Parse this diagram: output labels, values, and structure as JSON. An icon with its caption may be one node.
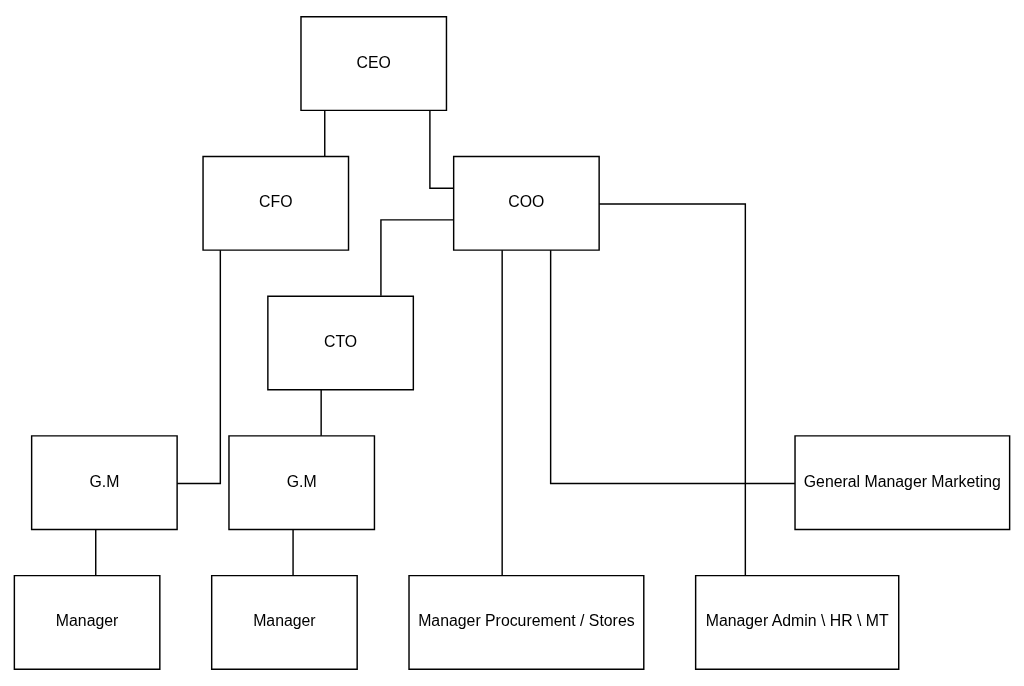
{
  "diagram": {
    "nodes": [
      {
        "text": [
          "CEO"
        ]
      },
      {
        "text": [
          "CFO"
        ]
      },
      {
        "text": [
          "COO"
        ]
      },
      {
        "text": [
          "CTO"
        ]
      },
      {
        "text": [
          "G.M"
        ]
      },
      {
        "text": [
          "G.M"
        ]
      },
      {
        "text": [
          "Manager"
        ]
      },
      {
        "text": [
          "Manager"
        ]
      },
      {
        "text": [
          "Manager Procurement / Stores"
        ]
      },
      {
        "text": [
          "Manager Admin \\ HR \\ MT"
        ]
      },
      {
        "text": [
          "General Manager Marketing"
        ]
      }
    ],
    "edges": [
      {
        "from": 0,
        "to": 1,
        "arrow": "none"
      },
      {
        "from": 0,
        "to": 2,
        "arrow": "none"
      },
      {
        "from": 1,
        "to": 4,
        "arrow": "none"
      },
      {
        "from": 4,
        "to": 6,
        "arrow": "none"
      },
      {
        "from": 2,
        "to": 3,
        "arrow": "none"
      },
      {
        "from": 2,
        "to": 8,
        "arrow": "none"
      },
      {
        "from": 2,
        "to": 9,
        "arrow": "none"
      },
      {
        "from": 2,
        "to": 10,
        "arrow": "none"
      },
      {
        "from": 3,
        "to": 5,
        "arrow": "none"
      },
      {
        "from": 5,
        "to": 7,
        "arrow": "none"
      }
    ]
  }
}
